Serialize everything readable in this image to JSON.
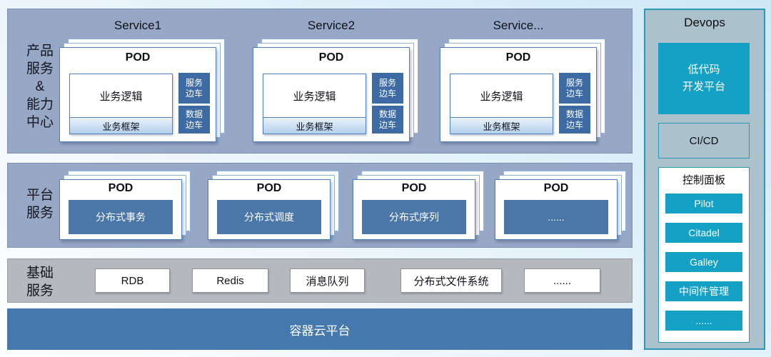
{
  "colors": {
    "teal": "#14a1c5",
    "dark_blue": "#3e6ba4",
    "bar_blue": "#4a76a8",
    "steel_blue_band": "#4579ae",
    "band_blue_gray": "#97a8c6",
    "band_gray": "#b5b9bd",
    "devops_bg": "#abc2cd",
    "devops_border": "#2d97b6",
    "card_border": "#4d82bc"
  },
  "band1": {
    "label": "产品\n服务\n&\n能力\n中心",
    "services": [
      {
        "title": "Service1"
      },
      {
        "title": "Service2"
      },
      {
        "title": "Service..."
      }
    ],
    "card": {
      "pod": "POD",
      "logic": "业务逻辑",
      "framework": "业务框架",
      "sidecar_service": "服务\n边车",
      "sidecar_data": "数据\n边车"
    }
  },
  "band2": {
    "label": "平台\n服务",
    "pods": [
      {
        "title": "POD",
        "value": "分布式事务"
      },
      {
        "title": "POD",
        "value": "分布式调度"
      },
      {
        "title": "POD",
        "value": "分布式序列"
      },
      {
        "title": "POD",
        "value": "......"
      }
    ]
  },
  "band3": {
    "label": "基础\n服务",
    "items": [
      "RDB",
      "Redis",
      "消息队列",
      "分布式文件系统",
      "......"
    ]
  },
  "band4": {
    "title": "容器云平台"
  },
  "devops": {
    "title": "Devops",
    "low_code": "低代码\n开发平台",
    "cicd": "CI/CD",
    "control_panel": {
      "title": "控制面板",
      "buttons": [
        "Pilot",
        "Citadel",
        "Galley",
        "中间件管理",
        "......"
      ]
    }
  }
}
